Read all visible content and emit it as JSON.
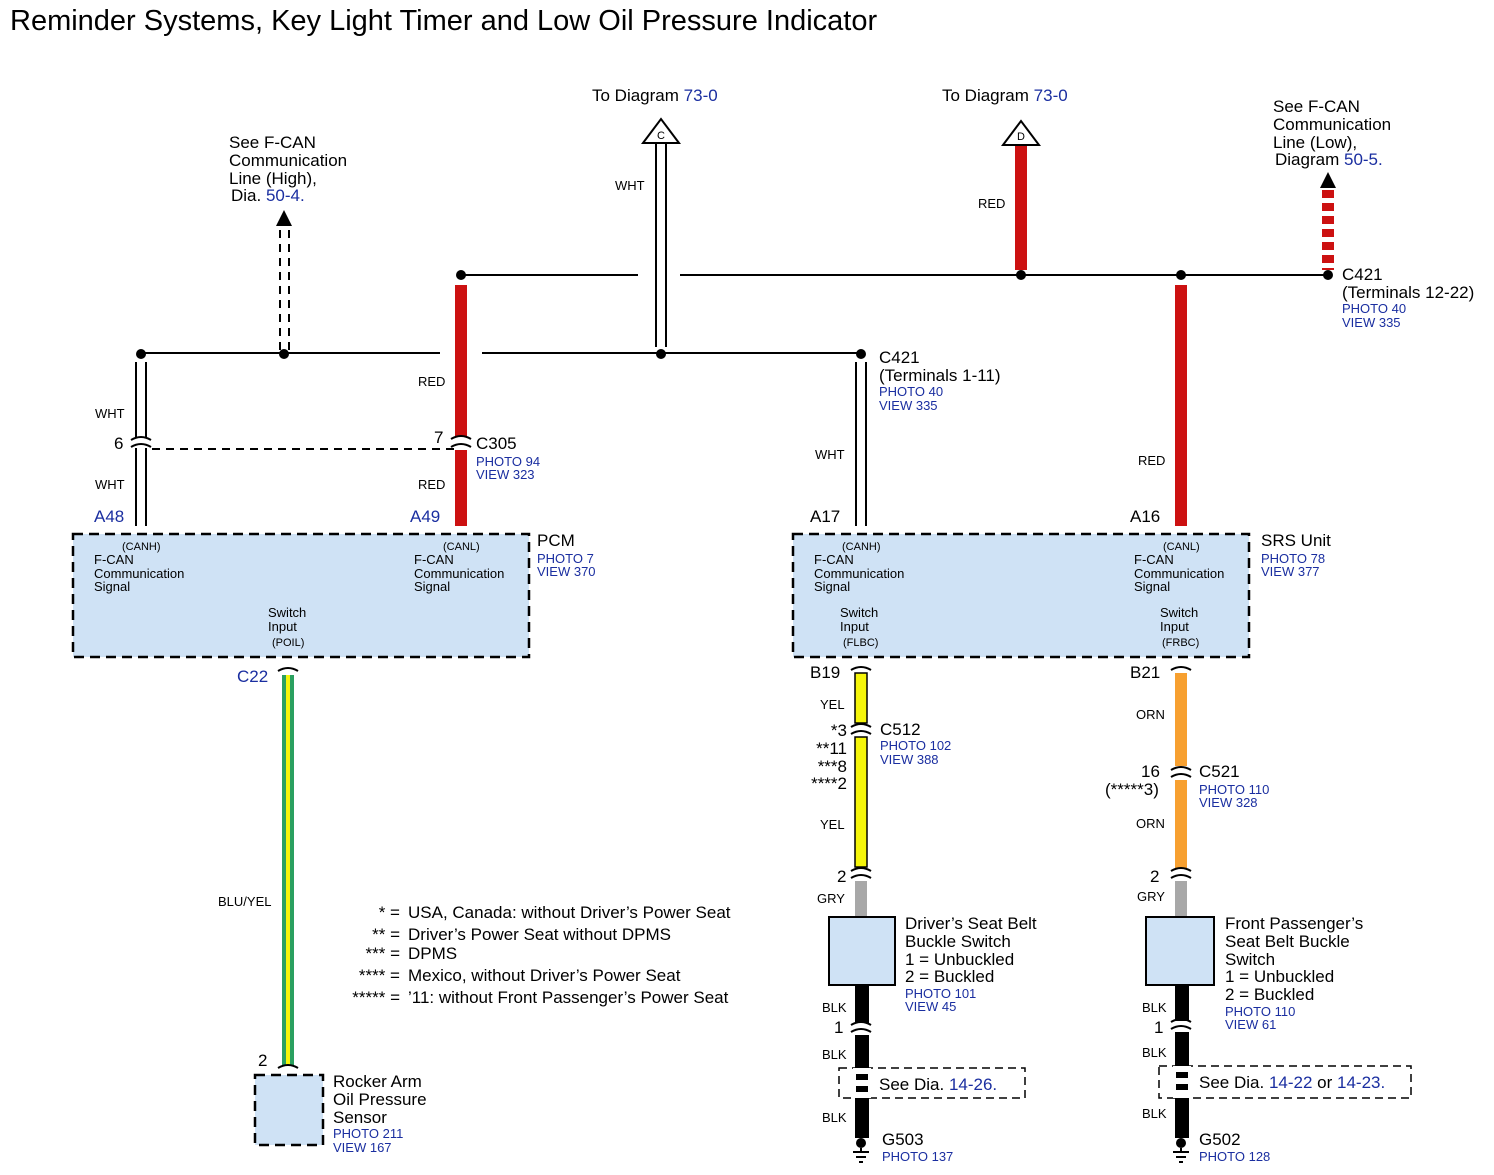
{
  "title": "Reminder Systems, Key Light Timer and Low Oil Pressure Indicator",
  "refs": {
    "to_diagram_c": {
      "text": "To Diagram",
      "link": "73-0",
      "marker": "C"
    },
    "to_diagram_d": {
      "text": "To Diagram",
      "link": "73-0",
      "marker": "D"
    },
    "fcan_high": {
      "lines": [
        "See F-CAN",
        "Communication",
        "Line (High),"
      ],
      "dia_text": "Dia.",
      "link": "50-4."
    },
    "fcan_low": {
      "lines": [
        "See F-CAN",
        "Communication",
        "Line (Low),"
      ],
      "dia_text": "Diagram",
      "link": "50-5."
    }
  },
  "wire_colors": {
    "wht": "WHT",
    "red": "RED",
    "yel": "YEL",
    "orn": "ORN",
    "gry": "GRY",
    "blk": "BLK",
    "bluyel": "BLU/YEL"
  },
  "connectors": {
    "c421_a": {
      "name": "C421",
      "terminals": "(Terminals 12-22)",
      "photo": "PHOTO 40",
      "view": "VIEW 335"
    },
    "c421_b": {
      "name": "C421",
      "terminals": "(Terminals 1-11)",
      "photo": "PHOTO 40",
      "view": "VIEW 335"
    },
    "c305": {
      "name": "C305",
      "photo": "PHOTO 94",
      "view": "VIEW 323",
      "pin_left": "6",
      "pin_right": "7"
    },
    "c512": {
      "name": "C512",
      "photo": "PHOTO 102",
      "view": "VIEW 388",
      "pins": [
        "*3",
        "**11",
        "***8",
        "****2"
      ]
    },
    "c521": {
      "name": "C521",
      "photo": "PHOTO 110",
      "view": "VIEW 328",
      "pins": [
        "16",
        "(*****3)"
      ]
    }
  },
  "pcm": {
    "name": "PCM",
    "photo": "PHOTO 7",
    "view": "VIEW 370",
    "pin_a48": "A48",
    "pin_a49": "A49",
    "pin_c22": "C22",
    "canh": "(CANH)",
    "canl": "(CANL)",
    "signal": [
      "F-CAN",
      "Communication",
      "Signal"
    ],
    "switch": [
      "Switch",
      "Input",
      "(POIL)"
    ]
  },
  "srs": {
    "name": "SRS Unit",
    "photo": "PHOTO 78",
    "view": "VIEW 377",
    "pin_a17": "A17",
    "pin_a16": "A16",
    "pin_b19": "B19",
    "pin_b21": "B21",
    "canh": "(CANH)",
    "canl": "(CANL)",
    "signal": [
      "F-CAN",
      "Communication",
      "Signal"
    ],
    "switch_l": [
      "Switch",
      "Input",
      "(FLBC)"
    ],
    "switch_r": [
      "Switch",
      "Input",
      "(FRBC)"
    ]
  },
  "sensor": {
    "pin": "2",
    "lines": [
      "Rocker Arm",
      "Oil Pressure",
      "Sensor"
    ],
    "photo": "PHOTO 211",
    "view": "VIEW 167"
  },
  "driver_switch": {
    "pin_top": "2",
    "pin_bot": "1",
    "lines": [
      "Driver’s Seat Belt",
      "Buckle Switch",
      "1 = Unbuckled",
      "2 = Buckled"
    ],
    "photo": "PHOTO 101",
    "view": "VIEW 45"
  },
  "pass_switch": {
    "pin_top": "2",
    "pin_bot": "1",
    "lines": [
      "Front Passenger’s",
      "Seat Belt Buckle",
      "Switch",
      "1 = Unbuckled",
      "2 = Buckled"
    ],
    "photo": "PHOTO 110",
    "view": "VIEW 61"
  },
  "see_dia_driver": {
    "text": "See  Dia.",
    "link": "14-26."
  },
  "see_dia_pass": {
    "text": "See  Dia.",
    "link1": "14-22",
    "or": "or",
    "link2": "14-23."
  },
  "grounds": {
    "g503": {
      "name": "G503",
      "photo": "PHOTO 137"
    },
    "g502": {
      "name": "G502",
      "photo": "PHOTO 128"
    }
  },
  "notes": [
    {
      "key": "* =",
      "text": "USA, Canada: without Driver’s Power Seat"
    },
    {
      "key": "** =",
      "text": "Driver’s Power Seat without DPMS"
    },
    {
      "key": "*** =",
      "text": "DPMS"
    },
    {
      "key": "**** =",
      "text": "Mexico, without Driver’s Power Seat"
    },
    {
      "key": "***** =",
      "text": "’11: without Front Passenger’s Power Seat"
    }
  ],
  "colors": {
    "red": "#cc1111",
    "yellow": "#f5f50a",
    "orange": "#f7a030",
    "gray": "#a8a8a8",
    "blue_green": "#2aa060",
    "component_fill": "#cfe2f5",
    "link": "#1a2ea0"
  }
}
